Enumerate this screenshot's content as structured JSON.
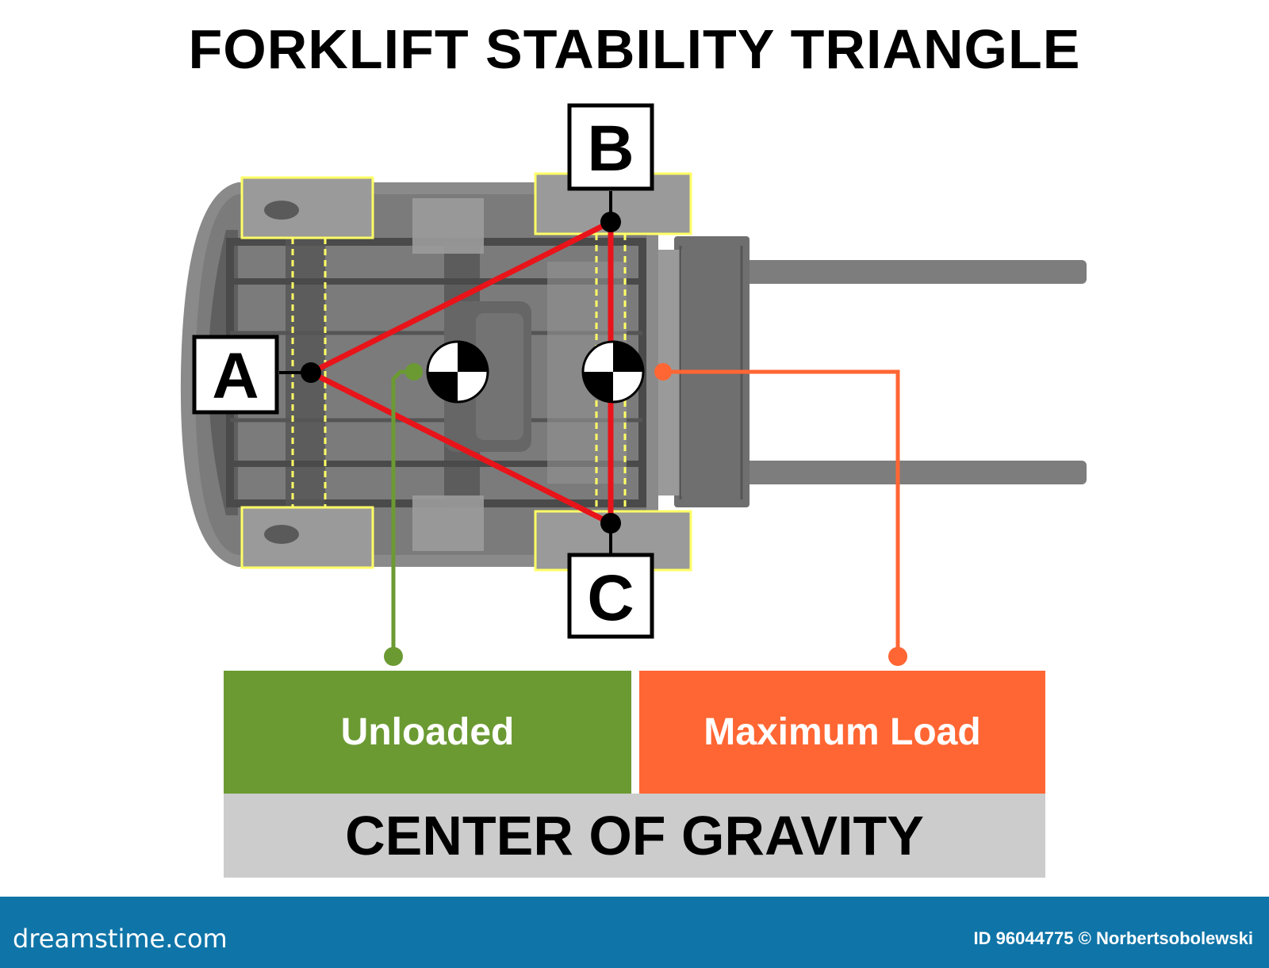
{
  "title": "FORKLIFT STABILITY TRIANGLE",
  "points": {
    "a": "A",
    "b": "B",
    "c": "C"
  },
  "legend": {
    "unloaded": "Unloaded",
    "maximum_load": "Maximum Load",
    "center_of_gravity": "CENTER OF GRAVITY"
  },
  "colors": {
    "triangle": "#e8141a",
    "unloaded": "#6b9a33",
    "maximum_load": "#ff6633",
    "wheel_outline": "#ffff66",
    "forklift_body": "#8a8a8a",
    "footer": "#0f75a8"
  },
  "footer": {
    "brand": "dreamstime.com",
    "image_id": "ID 96044775 © Norbertsobolewski"
  }
}
